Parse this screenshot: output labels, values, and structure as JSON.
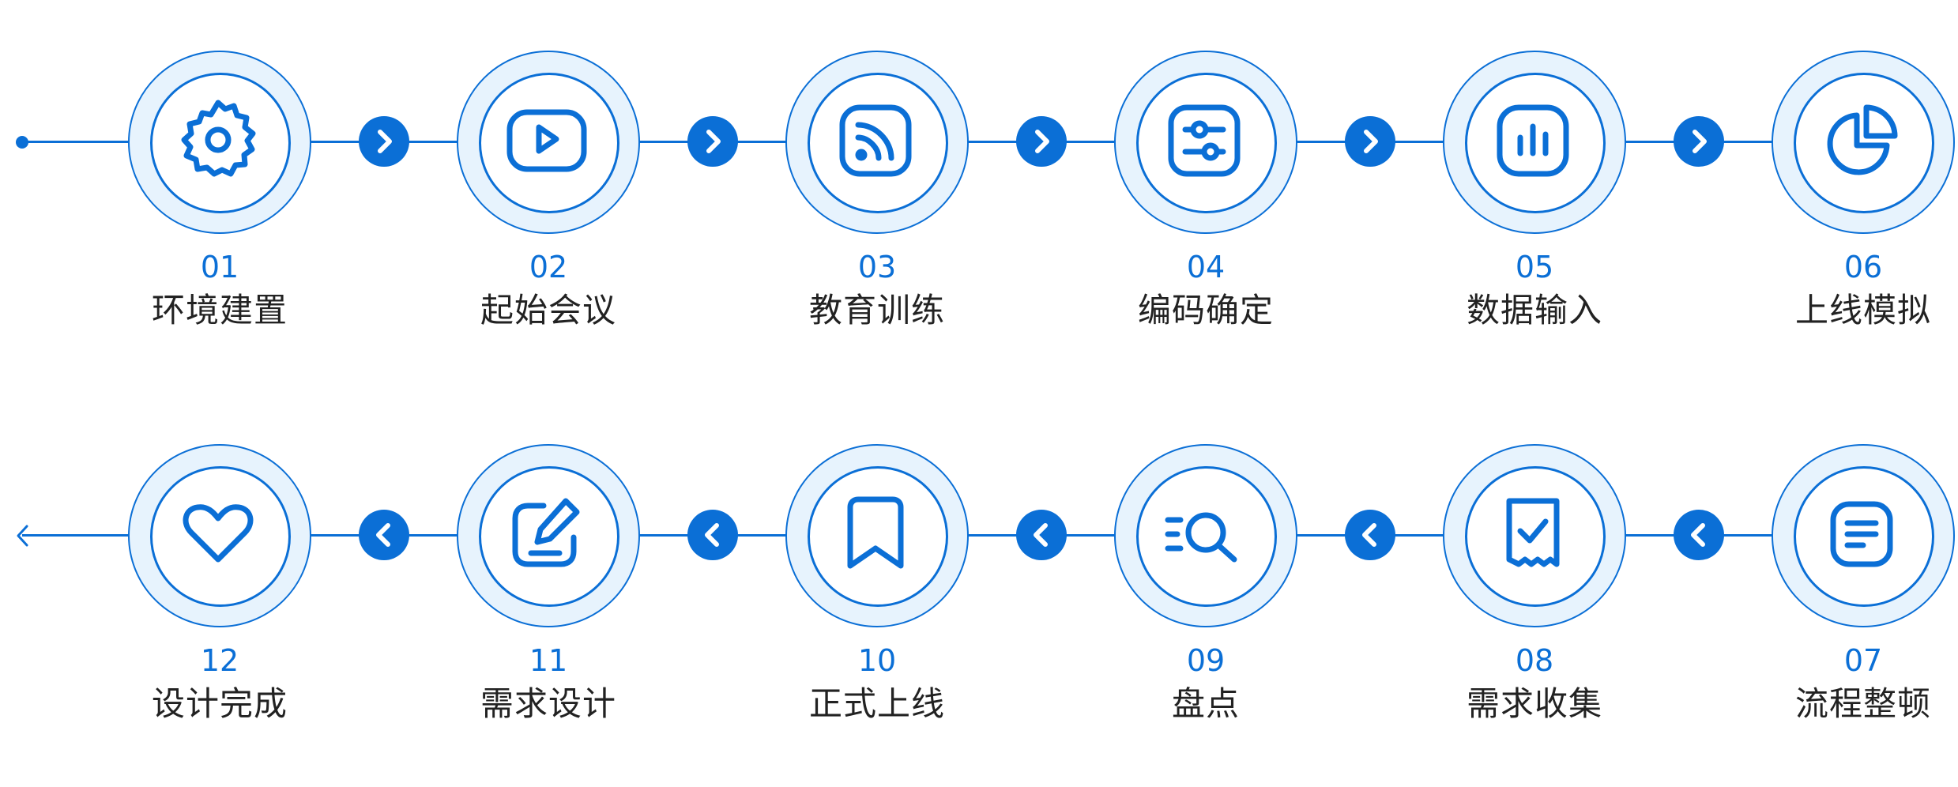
{
  "colors": {
    "accent": "#0b6fd6",
    "ring_fill": "#e7f3fd",
    "label_text": "#222222"
  },
  "rows": [
    {
      "direction": "forward",
      "steps": [
        {
          "number": "01",
          "label": "环境建置",
          "icon": "gear-icon"
        },
        {
          "number": "02",
          "label": "起始会议",
          "icon": "video-play-icon"
        },
        {
          "number": "03",
          "label": "教育训练",
          "icon": "rss-feed-icon"
        },
        {
          "number": "04",
          "label": "编码确定",
          "icon": "sliders-icon"
        },
        {
          "number": "05",
          "label": "数据输入",
          "icon": "bar-chart-icon"
        },
        {
          "number": "06",
          "label": "上线模拟",
          "icon": "pie-chart-icon"
        }
      ]
    },
    {
      "direction": "backward",
      "steps": [
        {
          "number": "12",
          "label": "设计完成",
          "icon": "heart-icon"
        },
        {
          "number": "11",
          "label": "需求设计",
          "icon": "edit-icon"
        },
        {
          "number": "10",
          "label": "正式上线",
          "icon": "bookmark-icon"
        },
        {
          "number": "09",
          "label": "盘点",
          "icon": "search-list-icon"
        },
        {
          "number": "08",
          "label": "需求收集",
          "icon": "receipt-check-icon"
        },
        {
          "number": "07",
          "label": "流程整顿",
          "icon": "document-icon"
        }
      ]
    }
  ]
}
